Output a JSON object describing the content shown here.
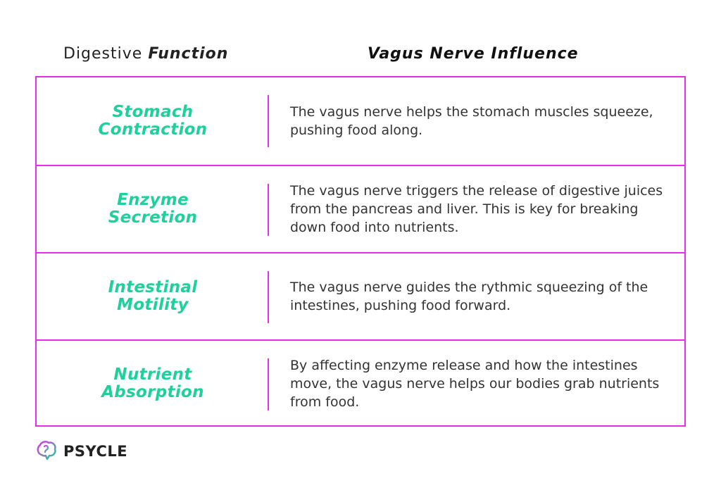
{
  "header": {
    "left_plain": "Digestive ",
    "left_emphasis": "Function",
    "right": "Vagus Nerve Influence"
  },
  "rows": [
    {
      "label_line1": "Stomach",
      "label_line2": "Contraction",
      "description": "The vagus nerve helps the stomach muscles squeeze, pushing food along."
    },
    {
      "label_line1": "Enzyme",
      "label_line2": "Secretion",
      "description": "The vagus nerve triggers the release of digestive juices from the pancreas and liver. This is key for breaking down food into nutrients."
    },
    {
      "label_line1": "Intestinal",
      "label_line2": "Motility",
      "description": "The vagus nerve guides the rythmic squeezing of the intestines, pushing food forward."
    },
    {
      "label_line1": "Nutrient",
      "label_line2": "Absorption",
      "description": "By affecting enzyme release and how the intestines move, the vagus nerve helps our bodies grab nutrients from food."
    }
  ],
  "logo": {
    "text": "PSYCLE",
    "icon": "brain-icon"
  },
  "colors": {
    "border": "#e62ee6",
    "label": "#1ed19c",
    "logo_gradient_start": "#e62ee6",
    "logo_gradient_end": "#1ed19c"
  }
}
